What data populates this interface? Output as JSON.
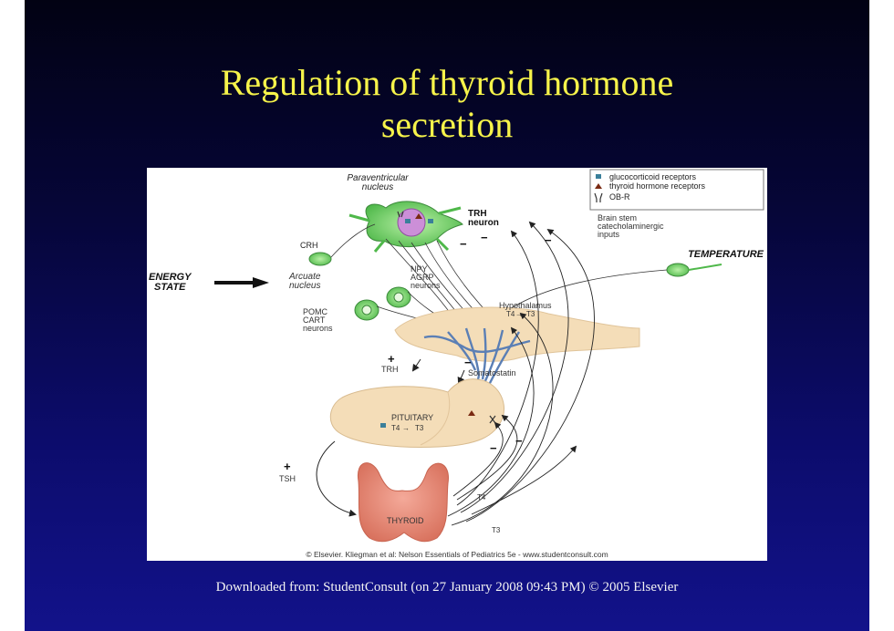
{
  "slide": {
    "title_line1": "Regulation of thyroid hormone",
    "title_line2": "secretion",
    "footer": "Downloaded from: StudentConsult (on 27 January 2008 09:43 PM) © 2005 Elsevier"
  },
  "diagram": {
    "legend": {
      "glucocorticoid": "glucocorticoid receptors",
      "thyroid": "thyroid hormone receptors",
      "obr": "OB-R"
    },
    "labels": {
      "paraventricular_1": "Paraventricular",
      "paraventricular_2": "nucleus",
      "trh_neuron_1": "TRH",
      "trh_neuron_2": "neuron",
      "brain_stem_1": "Brain stem",
      "brain_stem_2": "catecholaminergic",
      "brain_stem_3": "inputs",
      "temperature": "TEMPERATURE",
      "crh": "CRH",
      "energy_1": "ENERGY",
      "energy_2": "STATE",
      "arcuate_1": "Arcuate",
      "arcuate_2": "nucleus",
      "npy_1": "NPY",
      "npy_2": "AGRP",
      "npy_3": "neurons",
      "pomc_1": "POMC",
      "pomc_2": "CART",
      "pomc_3": "neurons",
      "hypothalamus": "Hypothalamus",
      "hypo_t4": "T4",
      "hypo_t3": "T3",
      "trh": "TRH",
      "somatostatin": "Somatostatin",
      "pituitary": "PITUITARY",
      "pit_t4": "T4",
      "pit_t3": "T3",
      "tsh": "TSH",
      "thyroid": "THYROID",
      "out_t4": "T4",
      "out_t3": "T3",
      "plus": "+",
      "minus": "−",
      "credit": "© Elsevier. Kliegman et al: Nelson Essentials of Pediatrics 5e - www.studentconsult.com"
    }
  }
}
